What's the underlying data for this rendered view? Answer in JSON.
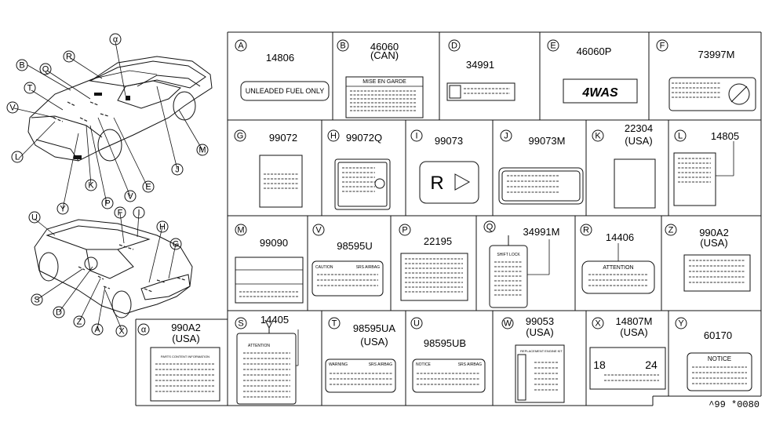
{
  "cells": [
    {
      "letter": "A",
      "part": "14806",
      "label_text": "UNLEADED FUEL ONLY"
    },
    {
      "letter": "B",
      "part": "46060",
      "region": "(CAN)",
      "label_text": "MISE EN GARDE"
    },
    {
      "letter": "D",
      "part": "34991"
    },
    {
      "letter": "E",
      "part": "46060P",
      "label_text": "4WAS"
    },
    {
      "letter": "F",
      "part": "73997M"
    },
    {
      "letter": "G",
      "part": "99072"
    },
    {
      "letter": "H",
      "part": "99072Q"
    },
    {
      "letter": "I",
      "part": "99073",
      "label_text": "R"
    },
    {
      "letter": "J",
      "part": "99073M"
    },
    {
      "letter": "K",
      "part": "22304",
      "region": "(USA)"
    },
    {
      "letter": "L",
      "part": "14805"
    },
    {
      "letter": "M",
      "part": "99090"
    },
    {
      "letter": "V",
      "part": "98595U",
      "label_text": "CAUTION",
      "label_text2": "SRS AIRBAG"
    },
    {
      "letter": "P",
      "part": "22195"
    },
    {
      "letter": "Q",
      "part": "34991M",
      "label_text": "SHIFT LOCK"
    },
    {
      "letter": "R",
      "part": "14406",
      "label_text": "ATTENTION"
    },
    {
      "letter": "Z",
      "part": "990A2",
      "region": "(USA)"
    },
    {
      "letter": "S",
      "part": "14405",
      "label_text": "ATTENTION"
    },
    {
      "letter": "T",
      "part": "98595UA",
      "region": "(USA)",
      "label_text": "WARNING",
      "label_text2": "SRS AIRBAG"
    },
    {
      "letter": "U",
      "part": "98595UB",
      "label_text": "NOTICE",
      "label_text2": "SRS AIRBAG"
    },
    {
      "letter": "W",
      "part": "99053",
      "region": "(USA)",
      "label_text": "REPLACEMENT ENGINE KIT"
    },
    {
      "letter": "X",
      "part": "14807M",
      "region": "(USA)",
      "label_text": "18",
      "label_text2": "24"
    },
    {
      "letter": "Y",
      "part": "60170",
      "label_text": "NOTICE"
    },
    {
      "letter": "α",
      "part": "990A2",
      "region": "(USA)",
      "label_text": "PARTS CONTENT INFORMATION"
    }
  ],
  "callouts_top": [
    "B",
    "Q",
    "R",
    "α",
    "T",
    "V",
    "L",
    "Y",
    "K",
    "P",
    "V",
    "E",
    "J",
    "M"
  ],
  "callouts_bottom": [
    "U",
    "F",
    "I",
    "H",
    "G",
    "S",
    "D",
    "Z",
    "A",
    "X"
  ],
  "footer_code": "^99 *0080"
}
